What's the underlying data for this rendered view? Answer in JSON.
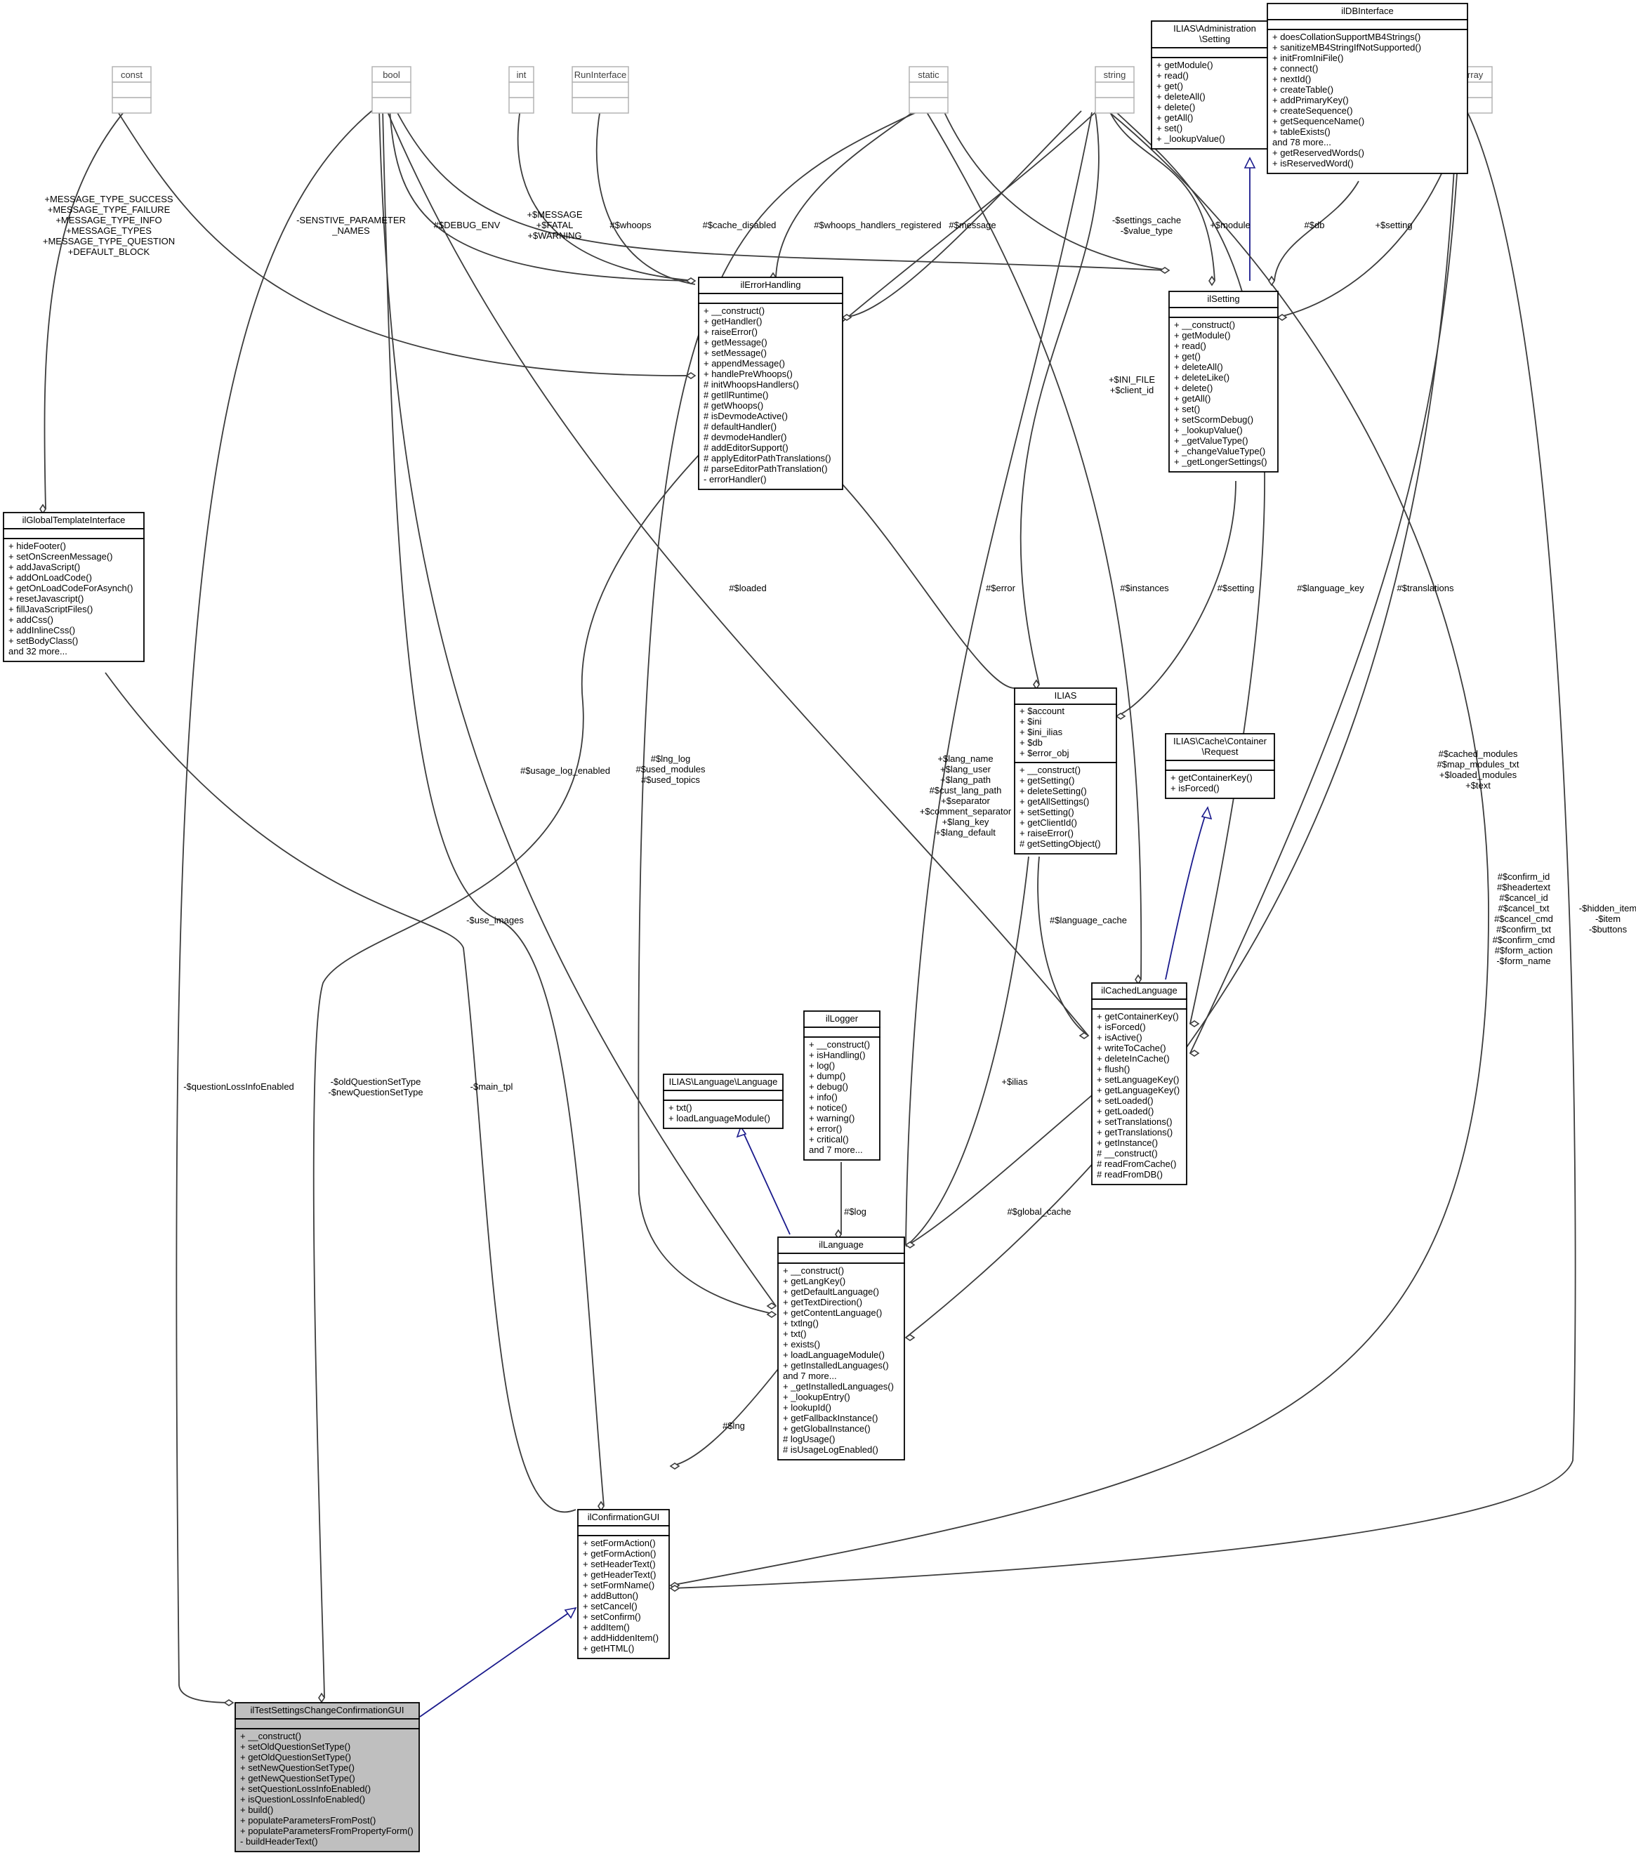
{
  "ghost_types": {
    "const": "const",
    "bool": "bool",
    "int": "int",
    "runinterface": "RunInterface",
    "static": "static",
    "string": "string",
    "array": "array"
  },
  "classes": {
    "admin_setting": {
      "title": [
        "ILIAS\\Administration",
        "\\Setting"
      ],
      "members": [
        "+ getModule()",
        "+ read()",
        "+ get()",
        "+ deleteAll()",
        "+ delete()",
        "+ getAll()",
        "+ set()",
        "+ _lookupValue()"
      ]
    },
    "dbinterface": {
      "title": [
        "ilDBInterface"
      ],
      "members": [
        "+ doesCollationSupportMB4Strings()",
        "+ sanitizeMB4StringIfNotSupported()",
        "+ initFromIniFile()",
        "+ connect()",
        "+ nextId()",
        "+ createTable()",
        "+ addPrimaryKey()",
        "+ createSequence()",
        "+ getSequenceName()",
        "+ tableExists()",
        "and 78 more...",
        "+ getReservedWords()",
        "+ isReservedWord()"
      ]
    },
    "errorhandling": {
      "title": [
        "ilErrorHandling"
      ],
      "members": [
        "+ __construct()",
        "+ getHandler()",
        "+ raiseError()",
        "+ getMessage()",
        "+ setMessage()",
        "+ appendMessage()",
        "+ handlePreWhoops()",
        "# initWhoopsHandlers()",
        "# getIlRuntime()",
        "# getWhoops()",
        "# isDevmodeActive()",
        "# defaultHandler()",
        "# devmodeHandler()",
        "# addEditorSupport()",
        "# applyEditorPathTranslations()",
        "# parseEditorPathTranslation()",
        "- errorHandler()"
      ]
    },
    "setting": {
      "title": [
        "ilSetting"
      ],
      "members": [
        "+ __construct()",
        "+ getModule()",
        "+ read()",
        "+ get()",
        "+ deleteAll()",
        "+ deleteLike()",
        "+ delete()",
        "+ getAll()",
        "+ set()",
        "+ setScormDebug()",
        "+ _lookupValue()",
        "+ _getValueType()",
        "+ _changeValueType()",
        "+ _getLongerSettings()"
      ]
    },
    "globaltemplate": {
      "title": [
        "ilGlobalTemplateInterface"
      ],
      "members": [
        "+ hideFooter()",
        "+ setOnScreenMessage()",
        "+ addJavaScript()",
        "+ addOnLoadCode()",
        "+ getOnLoadCodeForAsynch()",
        "+ resetJavascript()",
        "+ fillJavaScriptFiles()",
        "+ addCss()",
        "+ addInlineCss()",
        "+ setBodyClass()",
        "and 32 more..."
      ]
    },
    "ilias": {
      "title": [
        "ILIAS"
      ],
      "attributes": [
        "+ $account",
        "+ $ini",
        "+ $ini_ilias",
        "+ $db",
        "+ $error_obj"
      ],
      "members": [
        "+ __construct()",
        "+ getSetting()",
        "+ deleteSetting()",
        "+ getAllSettings()",
        "+ setSetting()",
        "+ getClientId()",
        "+ raiseError()",
        "# getSettingObject()"
      ]
    },
    "cache_request": {
      "title": [
        "ILIAS\\Cache\\Container",
        "\\Request"
      ],
      "members": [
        "+ getContainerKey()",
        "+ isForced()"
      ]
    },
    "cachedlanguage": {
      "title": [
        "ilCachedLanguage"
      ],
      "members": [
        "+ getContainerKey()",
        "+ isForced()",
        "+ isActive()",
        "+ writeToCache()",
        "+ deleteInCache()",
        "+ flush()",
        "+ setLanguageKey()",
        "+ getLanguageKey()",
        "+ setLoaded()",
        "+ getLoaded()",
        "+ setTranslations()",
        "+ getTranslations()",
        "+ getInstance()",
        "# __construct()",
        "# readFromCache()",
        "# readFromDB()"
      ]
    },
    "logger": {
      "title": [
        "ilLogger"
      ],
      "members": [
        "+ __construct()",
        "+ isHandling()",
        "+ log()",
        "+ dump()",
        "+ debug()",
        "+ info()",
        "+ notice()",
        "+ warning()",
        "+ error()",
        "+ critical()",
        "and 7 more..."
      ]
    },
    "language_iface": {
      "title": [
        "ILIAS\\Language\\Language"
      ],
      "members": [
        "+ txt()",
        "+ loadLanguageModule()"
      ]
    },
    "language": {
      "title": [
        "ilLanguage"
      ],
      "members": [
        "+ __construct()",
        "+ getLangKey()",
        "+ getDefaultLanguage()",
        "+ getTextDirection()",
        "+ getContentLanguage()",
        "+ txtlng()",
        "+ txt()",
        "+ exists()",
        "+ loadLanguageModule()",
        "+ getInstalledLanguages()",
        "and 7 more...",
        "+ _getInstalledLanguages()",
        "+ _lookupEntry()",
        "+ lookupId()",
        "+ getFallbackInstance()",
        "+ getGlobalInstance()",
        "# logUsage()",
        "# isUsageLogEnabled()"
      ]
    },
    "confirmation": {
      "title": [
        "ilConfirmationGUI"
      ],
      "members": [
        "+ setFormAction()",
        "+ getFormAction()",
        "+ setHeaderText()",
        "+ getHeaderText()",
        "+ setFormName()",
        "+ addButton()",
        "+ setCancel()",
        "+ setConfirm()",
        "+ addItem()",
        "+ addHiddenItem()",
        "+ getHTML()"
      ]
    },
    "test_settings": {
      "title": [
        "ilTestSettingsChangeConfirmationGUI"
      ],
      "members": [
        "+ __construct()",
        "+ setOldQuestionSetType()",
        "+ getOldQuestionSetType()",
        "+ setNewQuestionSetType()",
        "+ getNewQuestionSetType()",
        "+ setQuestionLossInfoEnabled()",
        "+ isQuestionLossInfoEnabled()",
        "+ build()",
        "+ populateParametersFromPost()",
        "+ populateParametersFromPropertyForm()",
        "- buildHeaderText()"
      ]
    }
  },
  "edge_labels": {
    "const_global": [
      "+MESSAGE_TYPE_SUCCESS",
      "+MESSAGE_TYPE_FAILURE",
      "+MESSAGE_TYPE_INFO",
      "+MESSAGE_TYPES",
      "+MESSAGE_TYPE_QUESTION",
      "+DEFAULT_BLOCK"
    ],
    "const_err": [
      "-SENSTIVE_PARAMETER",
      "_NAMES"
    ],
    "debug_env": [
      "#$DEBUG_ENV"
    ],
    "int_err": [
      "+$MESSAGE",
      "+$FATAL",
      "+$WARNING"
    ],
    "whoops": [
      "#$whoops"
    ],
    "cache_disabled": [
      "#$cache_disabled"
    ],
    "whoops_reg": [
      "#$whoops_handlers_registered"
    ],
    "message": [
      "#$message"
    ],
    "settings_cache": [
      "-$settings_cache",
      "-$value_type"
    ],
    "module": [
      "+$module"
    ],
    "db": [
      "#$db"
    ],
    "setting_arr": [
      "+$setting"
    ],
    "loaded": [
      "#$loaded"
    ],
    "error": [
      "#$error"
    ],
    "ini_file": [
      "+$INI_FILE",
      "+$client_id"
    ],
    "instances": [
      "#$instances"
    ],
    "setting_obj": [
      "#$setting"
    ],
    "language_key": [
      "#$language_key"
    ],
    "translations": [
      "#$translations"
    ],
    "usage_log": [
      "#$usage_log_enabled"
    ],
    "lng_log": [
      "#$lng_log",
      "#$used_modules",
      "#$used_topics"
    ],
    "lang_strings": [
      "+$lang_name",
      "+$lang_user",
      "+$lang_path",
      "#$cust_lang_path",
      "+$separator",
      "+$comment_separator",
      "+$lang_key",
      "+$lang_default"
    ],
    "cached_modules": [
      "#$cached_modules",
      "#$map_modules_txt",
      "+$loaded_modules",
      "+$text"
    ],
    "language_cache": [
      "#$language_cache"
    ],
    "use_images": [
      "-$use_images"
    ],
    "confirm_strings": [
      "#$confirm_id",
      "#$headertext",
      "#$cancel_id",
      "#$cancel_txt",
      "#$cancel_cmd",
      "#$confirm_txt",
      "#$confirm_cmd",
      "#$form_action",
      "-$form_name"
    ],
    "hidden_item": [
      "-$hidden_item",
      "-$item",
      "-$buttons"
    ],
    "question_loss": [
      "-$questionLossInfoEnabled"
    ],
    "question_set": [
      "-$oldQuestionSetType",
      "-$newQuestionSetType"
    ],
    "main_tpl": [
      "-$main_tpl"
    ],
    "ilias_lang": [
      "+$ilias"
    ],
    "log": [
      "#$log"
    ],
    "global_cache": [
      "#$global_cache"
    ],
    "lng": [
      "#$lng"
    ]
  }
}
